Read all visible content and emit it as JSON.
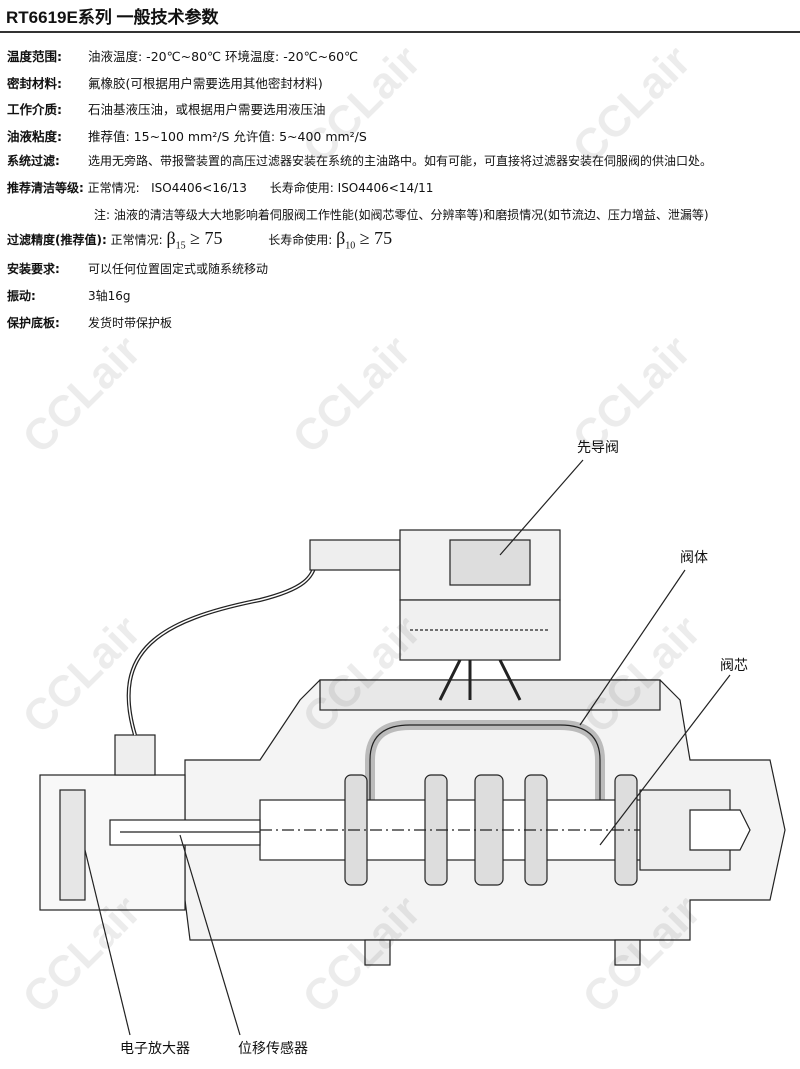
{
  "title": "RT6619E系列 一般技术参数",
  "rows": [
    {
      "label": "温度范围:",
      "value": "油液温度: -20℃~80℃    环境温度: -20℃~60℃"
    },
    {
      "label": "密封材料:",
      "value": "氟橡胶(可根据用户需要选用其他密封材料)"
    },
    {
      "label": "工作介质:",
      "value": "石油基液压油，或根据用户需要选用液压油"
    },
    {
      "label": "油液粘度:",
      "value": "推荐值: 15~100 mm²/S    允许值: 5~400 mm²/S"
    },
    {
      "label": "系统过滤:",
      "value": "选用无旁路、带报警装置的高压过滤器安装在系统的主油路中。如有可能，可直接将过滤器安装在伺服阀的供油口处。"
    },
    {
      "label": "推荐清洁等级:",
      "value": "正常情况:   ISO4406<16/13      长寿命使用: ISO4406<14/11"
    },
    {
      "label": "",
      "value": "注: 油液的清洁等级大大地影响着伺服阀工作性能(如阀芯零位、分辨率等)和磨损情况(如节流边、压力增益、泄漏等)"
    },
    {
      "label": "安装要求:",
      "value": "可以任何位置固定式或随系统移动"
    },
    {
      "label": "振动:",
      "value": "3轴16g"
    },
    {
      "label": "保护底板:",
      "value": "发货时带保护板"
    }
  ],
  "filter": {
    "label": "过滤精度(推荐值):",
    "normal_label": "正常情况:",
    "normal_sub": "15",
    "normal_rhs": "≥ 75",
    "long_label": "长寿命使用:",
    "long_sub": "10",
    "long_rhs": "≥ 75",
    "beta": "β"
  },
  "callouts": {
    "pilot": "先导阀",
    "body": "阀体",
    "spool": "阀芯",
    "amplifier": "电子放大器",
    "sensor": "位移传感器"
  },
  "watermark": "CCLair"
}
